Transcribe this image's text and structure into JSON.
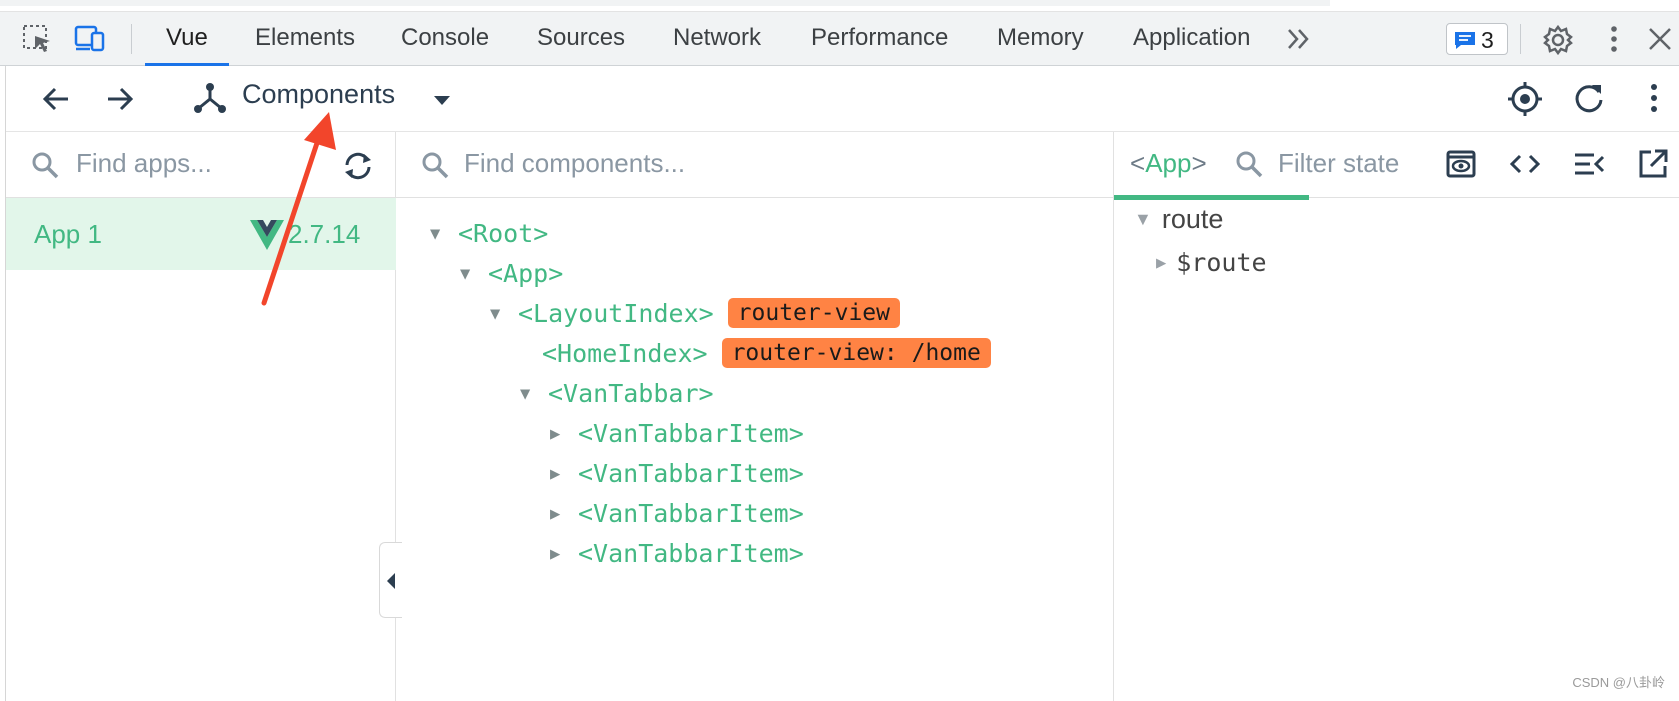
{
  "devtools": {
    "tabs": [
      {
        "label": "Vue",
        "active": true
      },
      {
        "label": "Elements"
      },
      {
        "label": "Console"
      },
      {
        "label": "Sources"
      },
      {
        "label": "Network"
      },
      {
        "label": "Performance"
      },
      {
        "label": "Memory"
      },
      {
        "label": "Application"
      }
    ],
    "issues_count": "3",
    "icons": [
      "inspect-icon",
      "device-toolbar-icon",
      "more-tabs-icon",
      "settings-icon",
      "more-vert-icon",
      "close-icon"
    ]
  },
  "toolbar": {
    "title": "Components",
    "icons": [
      "back-arrow-icon",
      "forward-arrow-icon",
      "components-tree-icon",
      "dropdown-icon",
      "select-target-icon",
      "refresh-icon",
      "more-vert-icon"
    ]
  },
  "apps": {
    "search_placeholder": "Find apps...",
    "items": [
      {
        "name": "App 1",
        "version": "2.7.14"
      }
    ]
  },
  "tree": {
    "search_placeholder": "Find components...",
    "nodes": [
      {
        "name": "<Root>",
        "expanded": true,
        "depth": 0
      },
      {
        "name": "<App>",
        "expanded": true,
        "depth": 1
      },
      {
        "name": "<LayoutIndex>",
        "expanded": true,
        "depth": 2,
        "tag": "router-view"
      },
      {
        "name": "<HomeIndex>",
        "depth": 3,
        "tag": "router-view: /home"
      },
      {
        "name": "<VanTabbar>",
        "expanded": true,
        "depth": 3
      },
      {
        "name": "<VanTabbarItem>",
        "expanded": false,
        "depth": 4
      },
      {
        "name": "<VanTabbarItem>",
        "expanded": false,
        "depth": 4
      },
      {
        "name": "<VanTabbarItem>",
        "expanded": false,
        "depth": 4
      },
      {
        "name": "<VanTabbarItem>",
        "expanded": false,
        "depth": 4
      }
    ]
  },
  "state": {
    "component_open": "<",
    "component_name": "App",
    "component_close": ">",
    "filter_placeholder": "Filter state",
    "section": "route",
    "property": "$route"
  },
  "colors": {
    "vue_green": "#42b883",
    "tag_orange": "#ff8344",
    "annotation_red": "#f2452b",
    "active_tab_blue": "#1a73e8"
  },
  "watermark": "CSDN @八卦岭"
}
